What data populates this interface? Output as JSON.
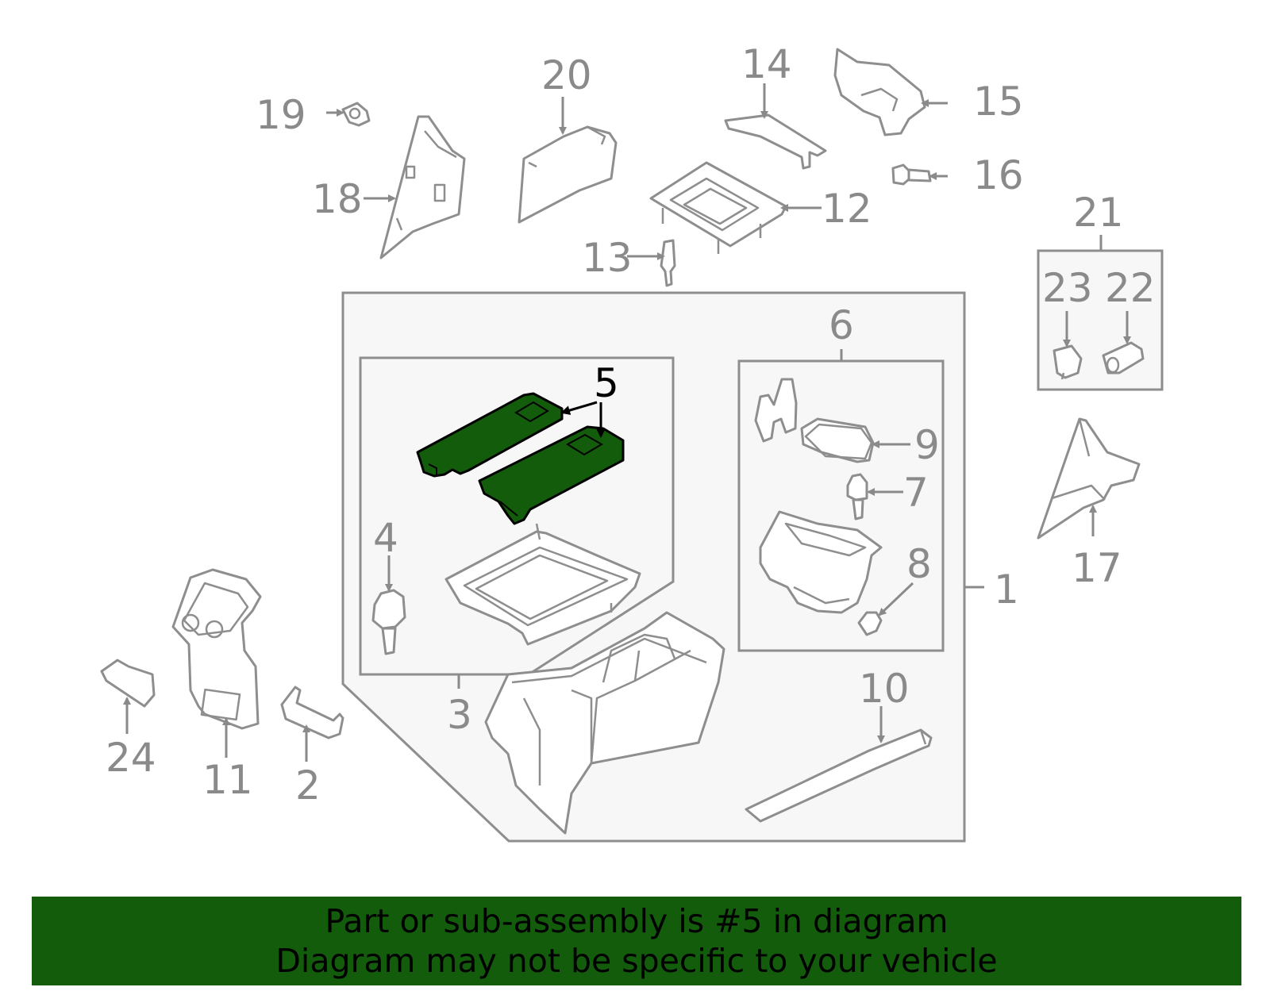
{
  "callouts": {
    "c1": "1",
    "c2": "2",
    "c3": "3",
    "c4": "4",
    "c5": "5",
    "c6": "6",
    "c7": "7",
    "c8": "8",
    "c9": "9",
    "c10": "10",
    "c11": "11",
    "c12": "12",
    "c13": "13",
    "c14": "14",
    "c15": "15",
    "c16": "16",
    "c17": "17",
    "c18": "18",
    "c19": "19",
    "c20": "20",
    "c21": "21",
    "c22": "22",
    "c23": "23",
    "c24": "24"
  },
  "highlight": {
    "part": "5",
    "color": "#125c0b"
  },
  "banner": {
    "line1": "Part or sub-assembly is #5 in diagram",
    "line2": "Diagram may not be specific to your vehicle"
  }
}
